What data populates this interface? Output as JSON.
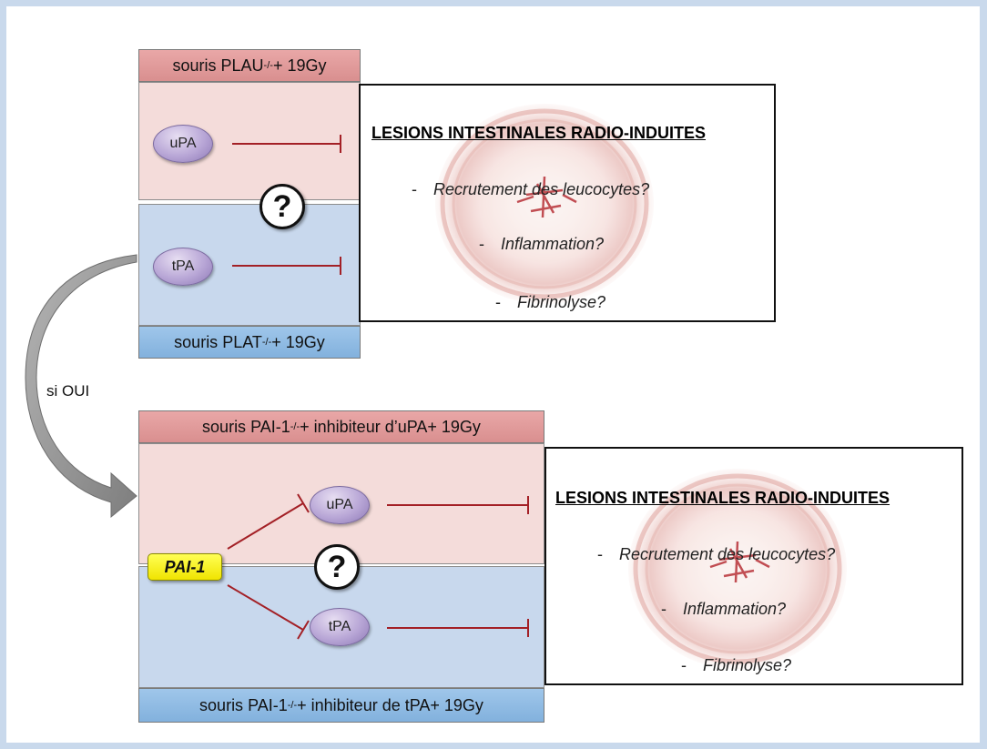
{
  "top_panel": {
    "top_banner": {
      "text": "souris PLAU",
      "sup": "-/-",
      "suffix": " + 19Gy"
    },
    "bottom_banner": {
      "text": "souris PLAT",
      "sup": "-/-",
      "suffix": " + 19Gy"
    },
    "enzyme_upper": "uPA",
    "enzyme_lower": "tPA",
    "question": "?"
  },
  "bottom_panel": {
    "top_banner": {
      "text": "souris PAI-1",
      "sup": "-/-",
      "suffix": " + inhibiteur d’uPA+ 19Gy"
    },
    "bottom_banner": {
      "text": "souris PAI-1",
      "sup": "-/-",
      "suffix": " + inhibiteur de tPA+ 19Gy"
    },
    "inhibitor": "PAI-1",
    "enzyme_upper": "uPA",
    "enzyme_lower": "tPA",
    "question": "?"
  },
  "lesions": {
    "title": "LESIONS INTESTINALES RADIO-INDUITES",
    "items": [
      "Recrutement des leucocytes?",
      "Inflammation?",
      "Fibrinolyse?"
    ],
    "dash": "-"
  },
  "connector_label": "si OUI",
  "colors": {
    "frame": "#c9d9ec",
    "pink_zone": "#f4dcda",
    "blue_zone": "#c8d8ed",
    "inhibition_line": "#a32026",
    "arrow": "#8a8a8a",
    "pai1": "#f5ea00",
    "enzyme": "#b8a6d6"
  }
}
